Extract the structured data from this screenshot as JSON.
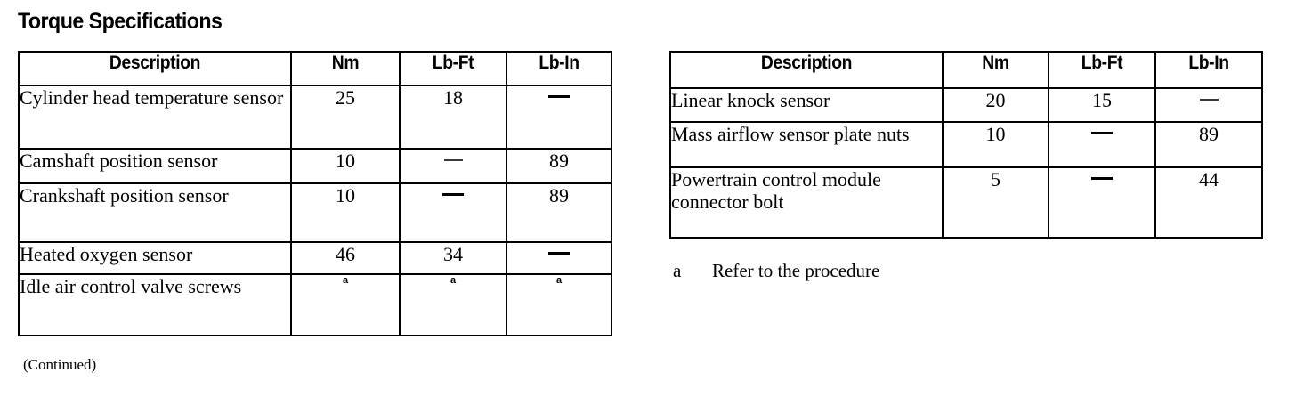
{
  "page": {
    "title": "Torque Specifications",
    "continued_note": "(Continued)"
  },
  "tables": [
    {
      "id": "left",
      "columns": [
        "Description",
        "Nm",
        "Lb-Ft",
        "Lb-In"
      ],
      "rows": [
        {
          "description": "Cylinder head temperature sensor",
          "nm": "25",
          "lbft": "18",
          "lbin": "—"
        },
        {
          "description": "Camshaft position sensor",
          "nm": "10",
          "lbft": "—",
          "lbin": "89"
        },
        {
          "description": "Crankshaft position sensor",
          "nm": "10",
          "lbft": "—",
          "lbin": "89"
        },
        {
          "description": "Heated oxygen sensor",
          "nm": "46",
          "lbft": "34",
          "lbin": "—"
        },
        {
          "description": "Idle air control valve screws",
          "nm": "a",
          "lbft": "a",
          "lbin": "a"
        }
      ]
    },
    {
      "id": "right",
      "columns": [
        "Description",
        "Nm",
        "Lb-Ft",
        "Lb-In"
      ],
      "rows": [
        {
          "description": "Linear knock sensor",
          "nm": "20",
          "lbft": "15",
          "lbin": "—"
        },
        {
          "description": "Mass airflow sensor plate nuts",
          "nm": "10",
          "lbft": "—",
          "lbin": "89"
        },
        {
          "description": "Powertrain control module connector bolt",
          "nm": "5",
          "lbft": "—",
          "lbin": "44"
        }
      ]
    }
  ],
  "footnote": {
    "key": "a",
    "text": "Refer to the procedure"
  },
  "colors": {
    "text": "#000000",
    "background": "#ffffff",
    "border": "#000000"
  }
}
